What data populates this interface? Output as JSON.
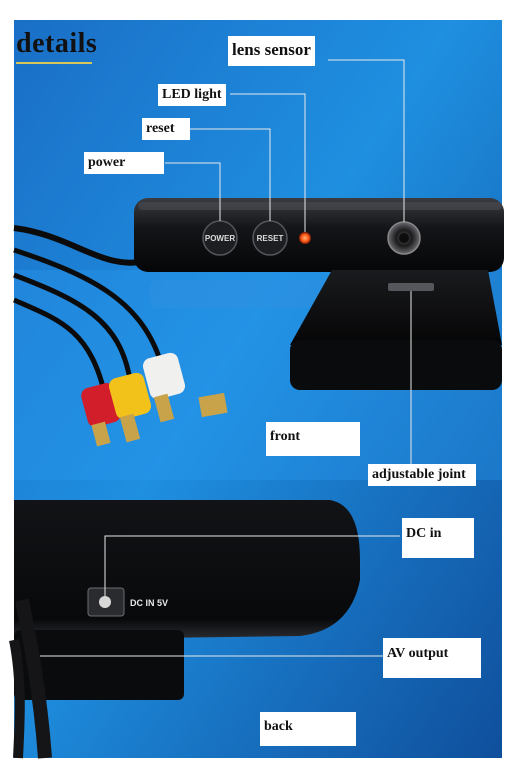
{
  "title": "details",
  "labels": {
    "lens_sensor": "lens sensor",
    "led_light": "LED light",
    "reset": "reset",
    "power": "power",
    "front": "front",
    "adjustable_joint": "adjustable joint",
    "dc_in": "DC in",
    "av_output": "AV output",
    "back": "back"
  },
  "device": {
    "power_button": "POWER",
    "reset_button": "RESET",
    "dc_port_label": "DC IN 5V"
  },
  "colors": {
    "background_blue": "#1b7fd0",
    "device_black": "#0e0f12",
    "led_orange": "#ff5a1a",
    "rca_red": "#d21d2a",
    "rca_yellow": "#f2c21a",
    "rca_white": "#f0f0ee"
  }
}
